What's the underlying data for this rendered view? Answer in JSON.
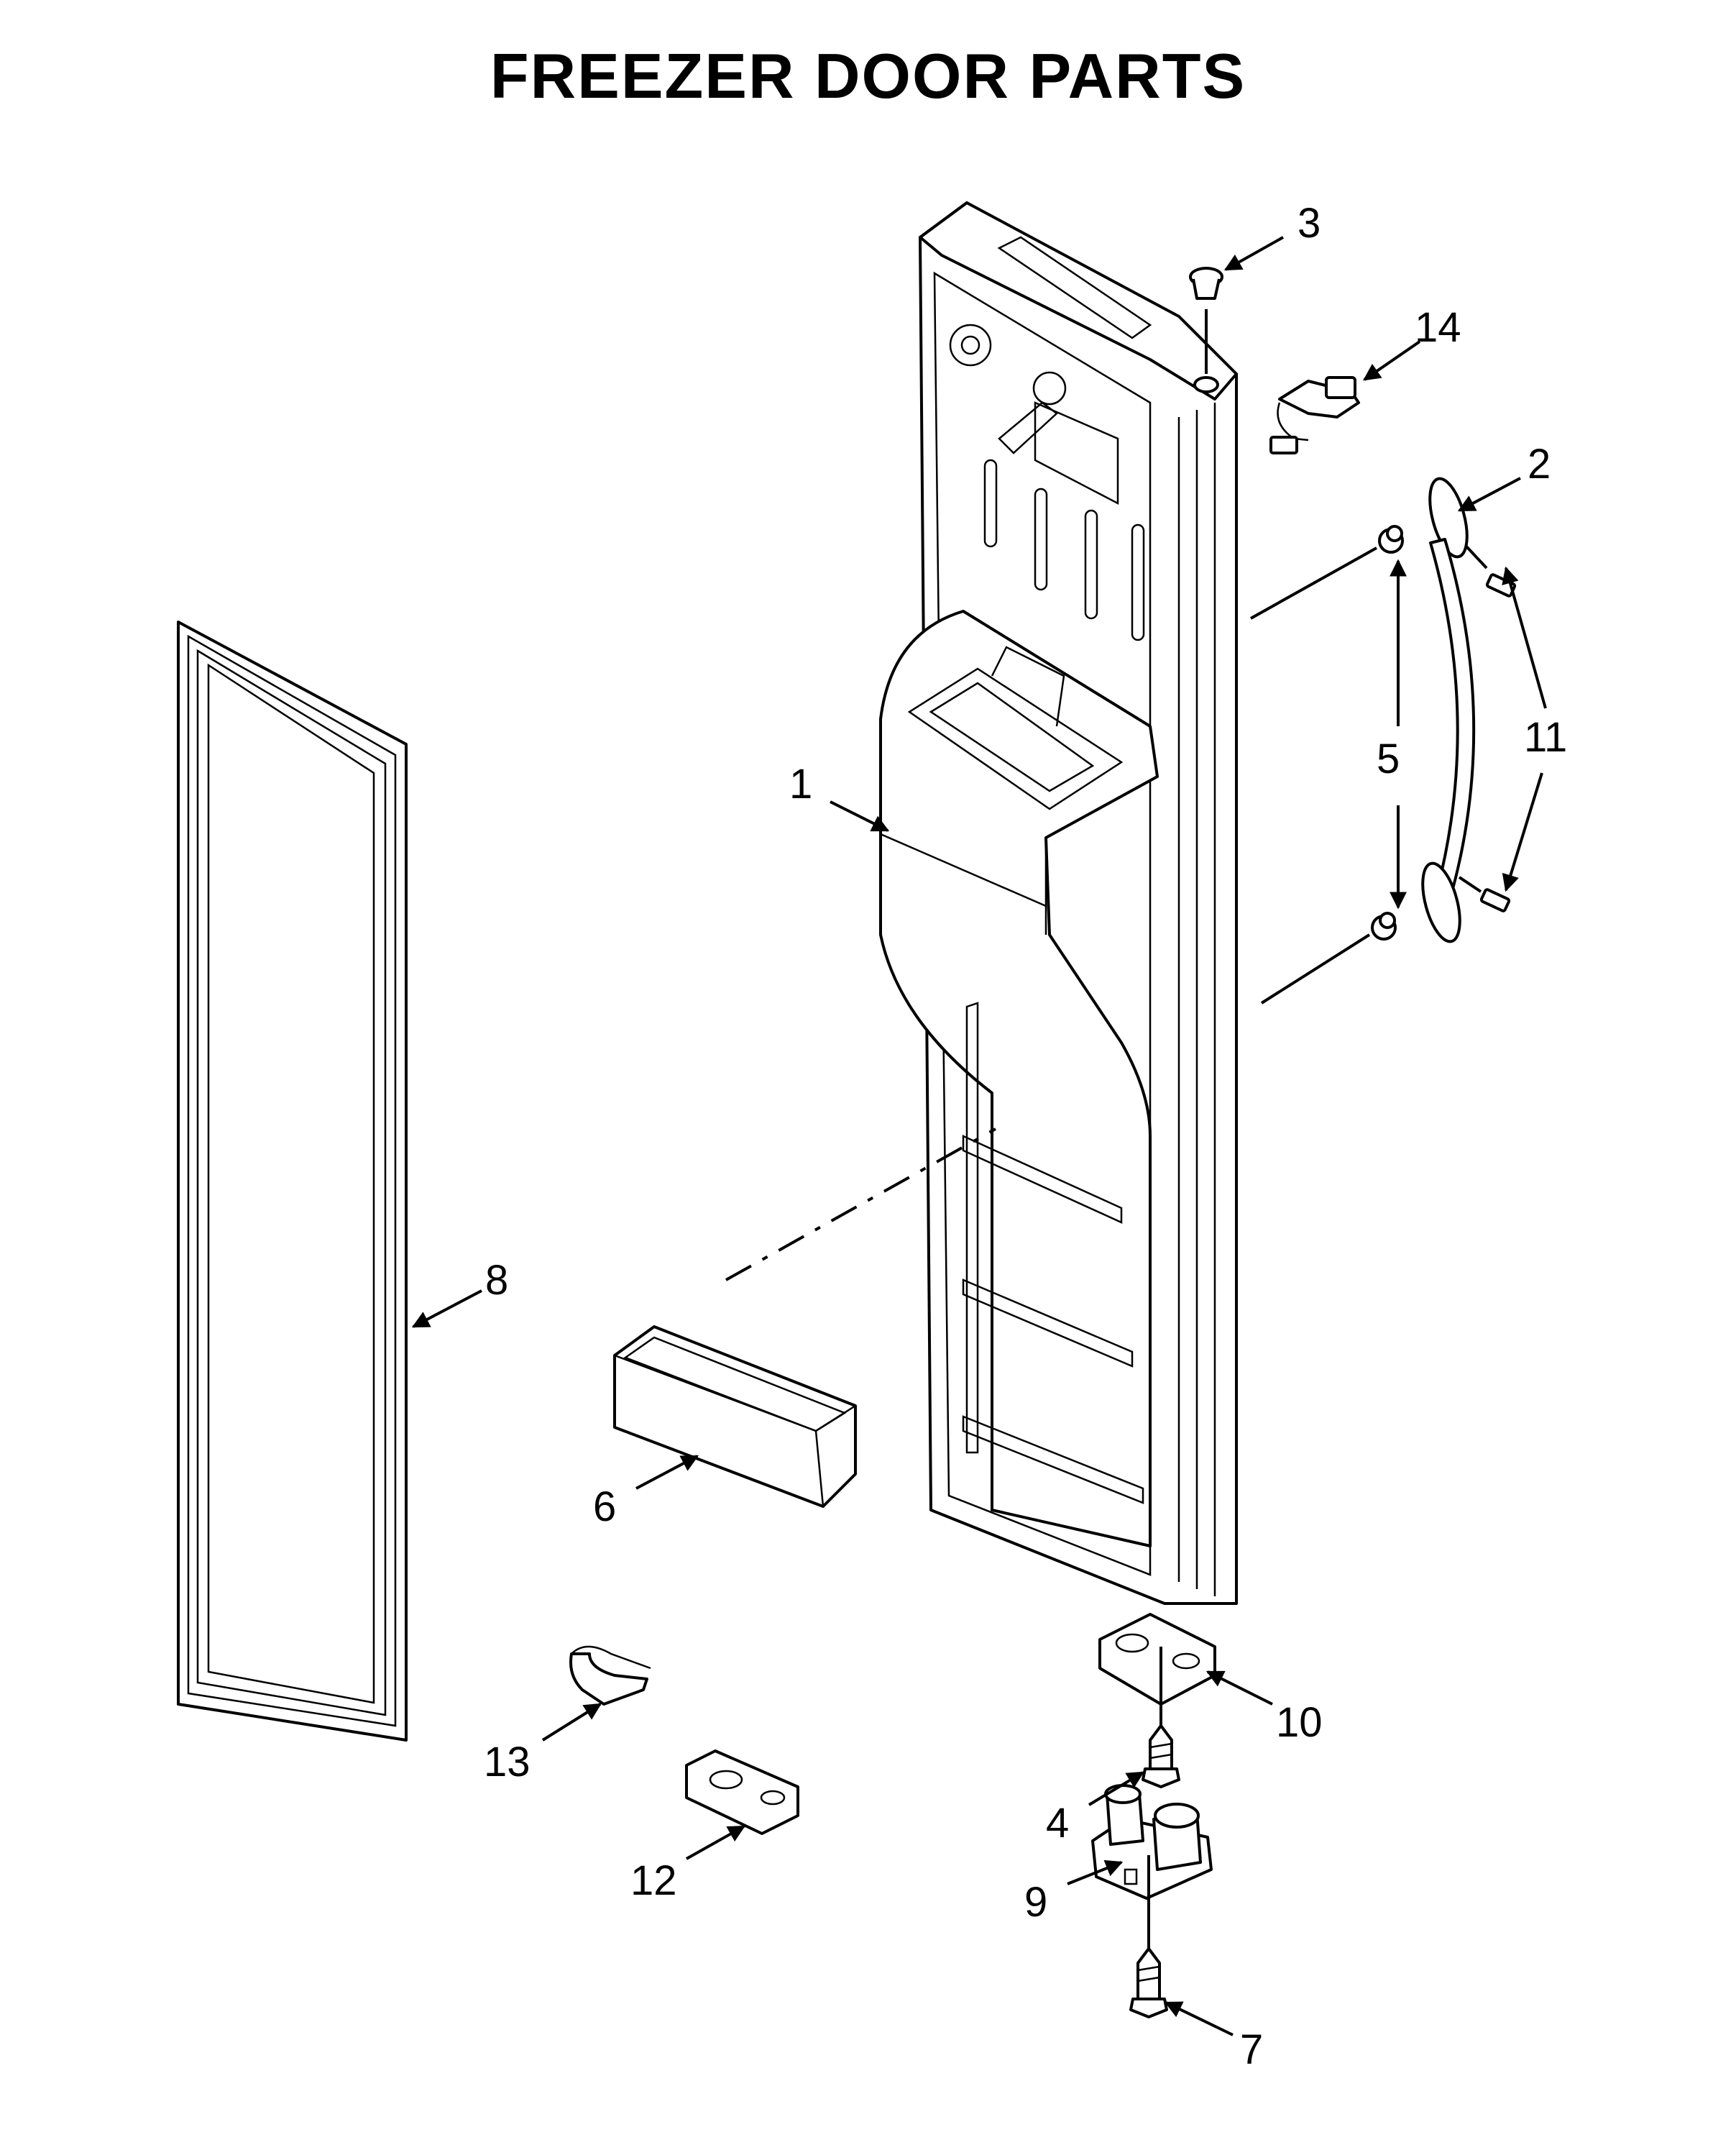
{
  "title": "FREEZER DOOR PARTS",
  "callouts": {
    "c1": "1",
    "c2": "2",
    "c3": "3",
    "c4": "4",
    "c5": "5",
    "c6": "6",
    "c7": "7",
    "c8": "8",
    "c9": "9",
    "c10": "10",
    "c11": "11",
    "c12": "12",
    "c13": "13",
    "c14": "14"
  },
  "colors": {
    "ink": "#000000",
    "paper": "#ffffff"
  }
}
